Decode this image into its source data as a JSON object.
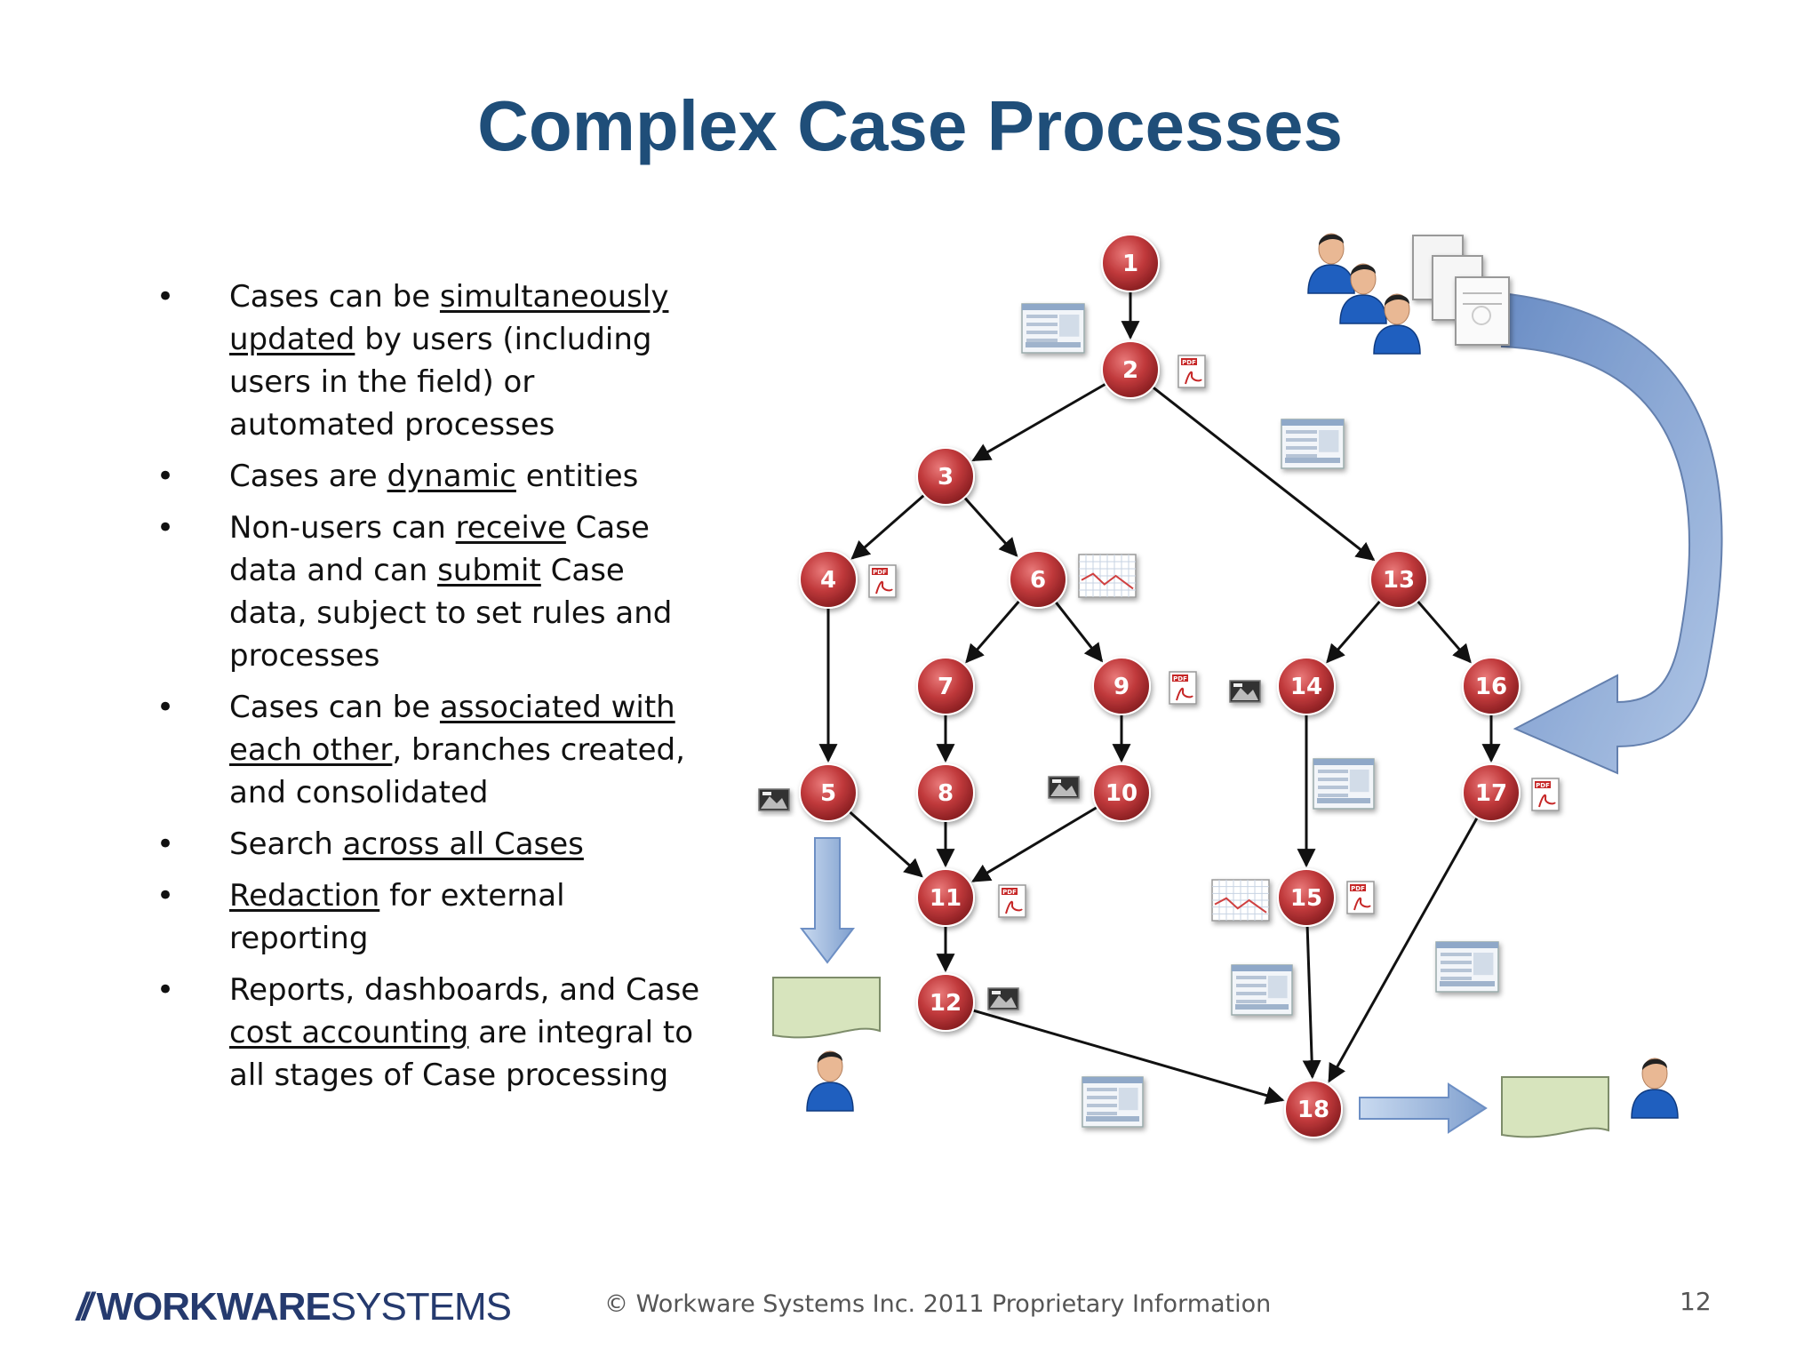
{
  "title": "Complex Case Processes",
  "bullets": [
    {
      "parts": [
        {
          "t": "Cases can be "
        },
        {
          "t": "simultaneously updated",
          "u": true
        },
        {
          "t": " by users (including users in the field) or automated processes"
        }
      ]
    },
    {
      "parts": [
        {
          "t": "Cases are "
        },
        {
          "t": "dynamic",
          "u": true
        },
        {
          "t": " entities"
        }
      ]
    },
    {
      "parts": [
        {
          "t": "Non-users can "
        },
        {
          "t": "receive",
          "u": true
        },
        {
          "t": " Case data and can "
        },
        {
          "t": "submit",
          "u": true
        },
        {
          "t": " Case data, subject to set rules and processes"
        }
      ]
    },
    {
      "parts": [
        {
          "t": "Cases can be "
        },
        {
          "t": "associated with each other",
          "u": true
        },
        {
          "t": ", branches created, and consolidated"
        }
      ]
    },
    {
      "parts": [
        {
          "t": "Search "
        },
        {
          "t": "across all Cases",
          "u": true
        }
      ]
    },
    {
      "parts": [
        {
          "t": "Redaction",
          "u": true
        },
        {
          "t": " for external reporting"
        }
      ]
    },
    {
      "parts": [
        {
          "t": "Reports, dashboards, and Case "
        },
        {
          "t": "cost accounting",
          "u": true
        },
        {
          "t": " are integral to all stages of Case processing"
        }
      ]
    }
  ],
  "bullet_char": "•",
  "diagram": {
    "nodes": [
      "1",
      "2",
      "3",
      "4",
      "5",
      "6",
      "7",
      "8",
      "9",
      "10",
      "11",
      "12",
      "13",
      "14",
      "15",
      "16",
      "17",
      "18"
    ],
    "edges": [
      [
        "1",
        "2"
      ],
      [
        "2",
        "3"
      ],
      [
        "2",
        "13"
      ],
      [
        "3",
        "4"
      ],
      [
        "3",
        "6"
      ],
      [
        "4",
        "5"
      ],
      [
        "6",
        "7"
      ],
      [
        "6",
        "9"
      ],
      [
        "7",
        "8"
      ],
      [
        "9",
        "10"
      ],
      [
        "5",
        "11"
      ],
      [
        "8",
        "11"
      ],
      [
        "10",
        "11"
      ],
      [
        "11",
        "12"
      ],
      [
        "12",
        "18"
      ],
      [
        "13",
        "14"
      ],
      [
        "13",
        "16"
      ],
      [
        "14",
        "15"
      ],
      [
        "15",
        "18"
      ],
      [
        "16",
        "17"
      ],
      [
        "17",
        "18"
      ]
    ],
    "pdf_label": "PDF"
  },
  "colors": {
    "title": "#1f4e79",
    "node": "#c0393b",
    "arrow_fill": "#8fb0d9",
    "doc_fill": "#d7e4bd",
    "person_shirt": "#1f5fbf"
  },
  "footer": {
    "logo_slash": "//",
    "logo_bold": "WORKWARE",
    "logo_light": "SYSTEMS",
    "copyright": "© Workware Systems Inc. 2011  Proprietary Information",
    "page_number": "12"
  }
}
